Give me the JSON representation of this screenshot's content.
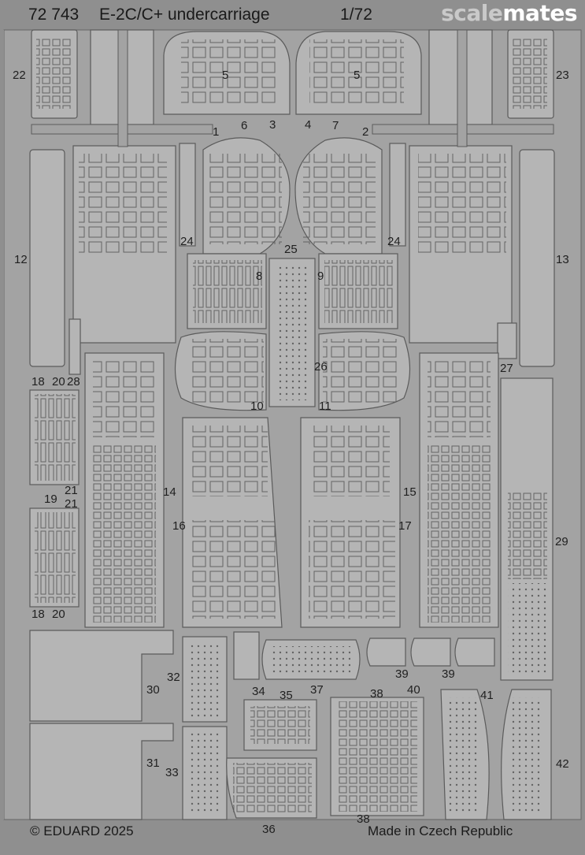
{
  "header": {
    "code": "72 743",
    "title": "E-2C/C+ undercarriage",
    "scale": "1/72"
  },
  "watermark": {
    "part1": "scale",
    "part2": "mates",
    "color1": "#c9c9c9",
    "color2": "#ffffff"
  },
  "footer": {
    "copyright": "© EDUARD 2025",
    "origin": "Made in Czech Republic"
  },
  "colors": {
    "background": "#8f8f8f",
    "fret": "#a3a3a3",
    "part": "#b5b5b5",
    "line": "#5b5b5b",
    "text": "#1f1f1f"
  },
  "part_numbers": [
    "1",
    "2",
    "3",
    "4",
    "5",
    "5",
    "6",
    "7",
    "8",
    "9",
    "10",
    "11",
    "12",
    "13",
    "14",
    "15",
    "16",
    "17",
    "18",
    "18",
    "19",
    "20",
    "20",
    "21",
    "21",
    "22",
    "23",
    "24",
    "24",
    "25",
    "26",
    "27",
    "28",
    "29",
    "30",
    "31",
    "32",
    "33",
    "34",
    "35",
    "36",
    "37",
    "38",
    "38",
    "39",
    "39",
    "40",
    "41",
    "42"
  ]
}
